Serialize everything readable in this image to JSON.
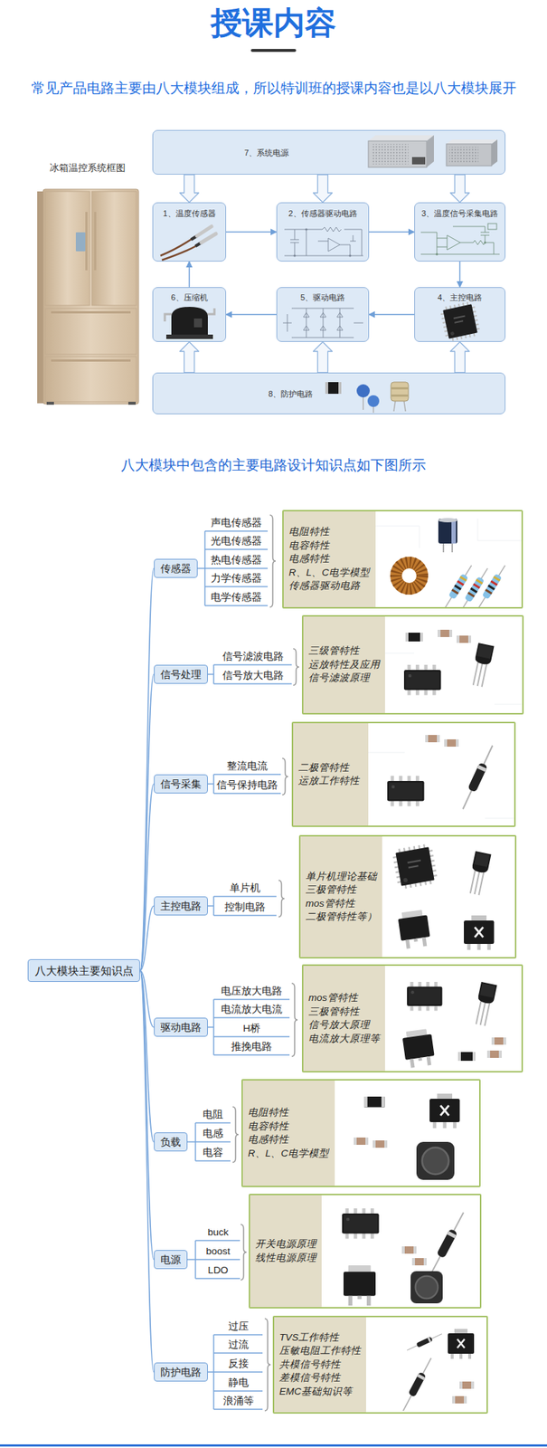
{
  "diagram": {
    "title": "授课内容",
    "nodes": [
      {
        "text": [
          "7、系统电源"
        ]
      },
      {
        "text": [
          "1、温度传感器"
        ]
      },
      {
        "text": [
          "2、传感器驱动电路"
        ]
      },
      {
        "text": [
          "3、温度信号采集电路"
        ]
      },
      {
        "text": [
          "6、压缩机"
        ]
      },
      {
        "text": [
          "5、驱动电路"
        ]
      },
      {
        "text": [
          "4、主控电路"
        ]
      },
      {
        "text": [
          "8、防护电路"
        ]
      },
      {
        "text": [
          "八大模块主要知识点"
        ]
      },
      {
        "text": [
          "传感器"
        ]
      },
      {
        "text": [
          "电阻特性",
          "电容特性",
          "电感特性",
          "R、L、C电学模型",
          "传感器驱动电路"
        ]
      },
      {
        "text": [
          "信号处理"
        ]
      },
      {
        "text": [
          "三级管特性",
          "运放特性及应用",
          "信号滤波原理"
        ]
      },
      {
        "text": [
          "信号采集"
        ]
      },
      {
        "text": [
          "二极管特性",
          "运放工作特性"
        ]
      },
      {
        "text": [
          "主控电路"
        ]
      },
      {
        "text": [
          "单片机理论基础",
          "三极管特性",
          "mos管特性",
          "二极管特性等）"
        ]
      },
      {
        "text": [
          "驱动电路"
        ]
      },
      {
        "text": [
          "mos管特性",
          "三极管特性",
          "信号放大原理",
          "电流放大原理等"
        ]
      },
      {
        "text": [
          "负载"
        ]
      },
      {
        "text": [
          "电阻特性",
          "电容特性",
          "电感特性",
          "R、L、C电学模型"
        ]
      },
      {
        "text": [
          "电源"
        ]
      },
      {
        "text": [
          "开关电源原理",
          "线性电源原理"
        ]
      },
      {
        "text": [
          "防护电路"
        ]
      },
      {
        "text": [
          "TVS工作特性",
          "压敏电阻工作特性",
          "共模信号特性",
          "差模信号特性",
          "EMC基础知识等"
        ]
      }
    ],
    "edges": [
      {
        "from": 0,
        "to": 1,
        "arrow": "to"
      },
      {
        "from": 0,
        "to": 2,
        "arrow": "to"
      },
      {
        "from": 0,
        "to": 3,
        "arrow": "to"
      },
      {
        "from": 1,
        "to": 2,
        "arrow": "to"
      },
      {
        "from": 2,
        "to": 3,
        "arrow": "to"
      },
      {
        "from": 3,
        "to": 6,
        "arrow": "to"
      },
      {
        "from": 6,
        "to": 5,
        "arrow": "to"
      },
      {
        "from": 5,
        "to": 4,
        "arrow": "to"
      },
      {
        "from": 4,
        "to": 1,
        "arrow": "to"
      },
      {
        "from": 7,
        "to": 4,
        "arrow": "to"
      },
      {
        "from": 7,
        "to": 5,
        "arrow": "to"
      },
      {
        "from": 7,
        "to": 6,
        "arrow": "to"
      },
      {
        "from": 8,
        "to": 9,
        "arrow": "none"
      },
      {
        "from": 8,
        "to": 11,
        "arrow": "none"
      },
      {
        "from": 8,
        "to": 13,
        "arrow": "none"
      },
      {
        "from": 8,
        "to": 15,
        "arrow": "none"
      },
      {
        "from": 8,
        "to": 17,
        "arrow": "none"
      },
      {
        "from": 8,
        "to": 19,
        "arrow": "none"
      },
      {
        "from": 8,
        "to": 21,
        "arrow": "none"
      },
      {
        "from": 8,
        "to": 23,
        "arrow": "none"
      }
    ],
    "labels": [
      "常见产品电路主要由八大模块组成，所以特训班的授课内容也是以八大模块展开",
      "冰箱温控系统框图",
      "八大模块中包含的主要电路设计知识点如下图所示",
      "声电传感器",
      "光电传感器",
      "热电传感器",
      "力学传感器",
      "电学传感器",
      "信号滤波电路",
      "信号放大电路",
      "整流电流",
      "信号保持电路",
      "单片机",
      "控制电路",
      "电压放大电路",
      "电流放大电流",
      "H桥",
      "推挽电路",
      "电阻",
      "电感",
      "电容",
      "buck",
      "boost",
      "LDO",
      "过压",
      "过流",
      "反接",
      "静电",
      "浪涌等"
    ]
  }
}
